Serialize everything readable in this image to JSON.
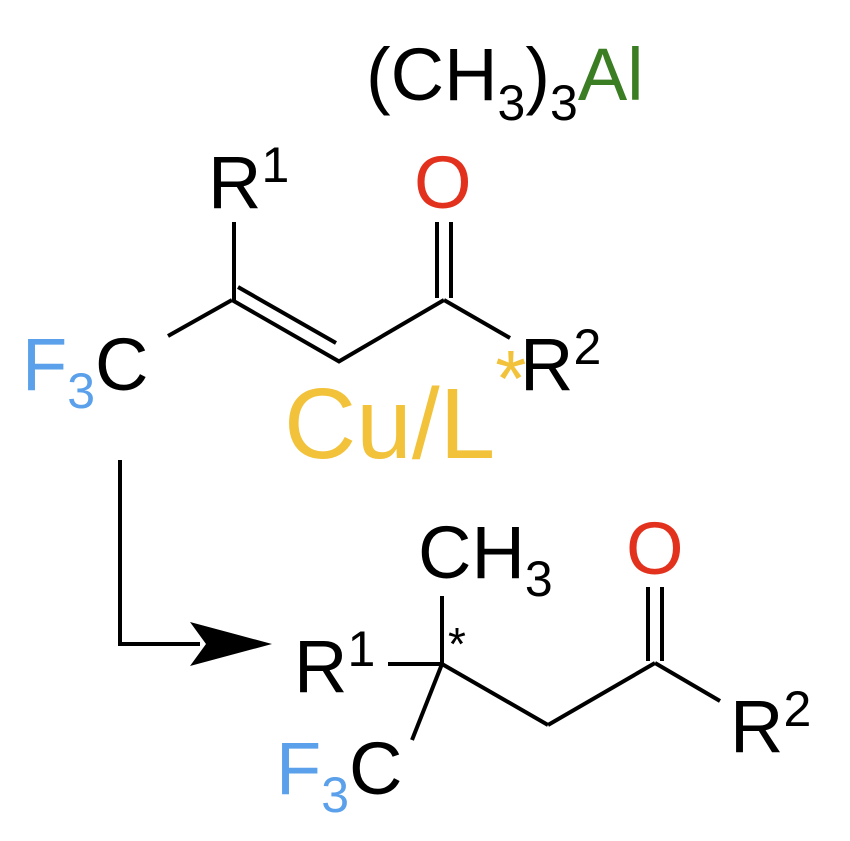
{
  "colors": {
    "black": "#000000",
    "oxygen": "#e2311d",
    "fluorine": "#5aa0ea",
    "aluminum": "#3b7d23",
    "catalyst": "#f2c23a"
  },
  "reagent": {
    "open_paren": "(CH",
    "sub_3a": "3",
    "close_paren": ")",
    "sub_3b": "3",
    "metal": "Al"
  },
  "catalyst": {
    "label": "Cu/L",
    "star": "*"
  },
  "substrate": {
    "r1_base": "R",
    "r1_sup": "1",
    "oxygen": "O",
    "r2_base": "R",
    "r2_sup": "2",
    "f": "F",
    "f_sub": "3",
    "c": "C"
  },
  "product": {
    "methyl_base": "CH",
    "methyl_sub": "3",
    "oxygen": "O",
    "r1_base": "R",
    "r1_sup": "1",
    "stereo_star": "*",
    "r2_base": "R",
    "r2_sup": "2",
    "f": "F",
    "f_sub": "3",
    "c": "C"
  }
}
